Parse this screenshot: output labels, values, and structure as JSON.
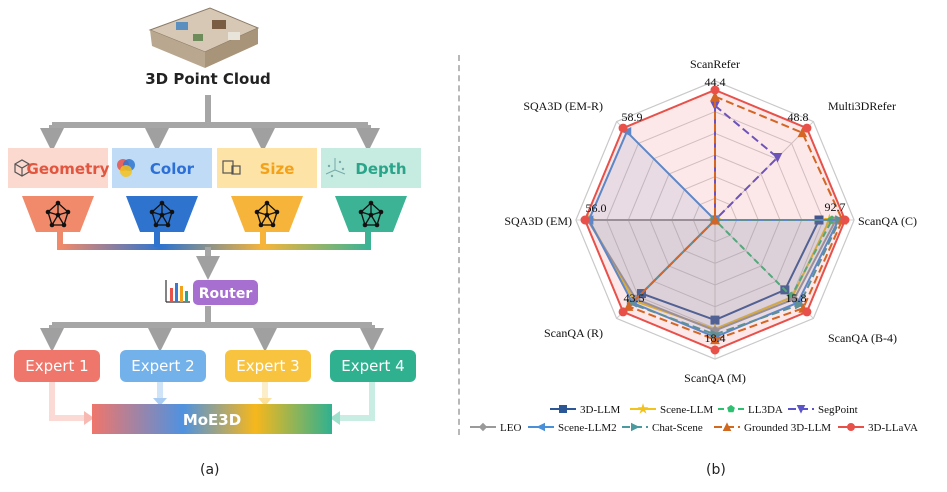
{
  "diagram": {
    "point_cloud_label": "3D Point Cloud",
    "features": [
      {
        "label": "Geometry",
        "color": "#e2553f",
        "bg": "#fbd9cf",
        "icon": "cube-icon",
        "enc": "#f08a6a"
      },
      {
        "label": "Color",
        "color": "#2c6fd6",
        "bg": "#bfdbf6",
        "icon": "color-wheel-icon",
        "enc": "#2e74cf"
      },
      {
        "label": "Size",
        "color": "#f4a11a",
        "bg": "#fde3a5",
        "icon": "boxes-icon",
        "enc": "#f6b53a"
      },
      {
        "label": "Depth",
        "color": "#2aa58a",
        "bg": "#c6ebe1",
        "icon": "axes-icon",
        "enc": "#3bb394"
      }
    ],
    "router_label": "Router",
    "router_color": "#a66fd0",
    "experts": [
      {
        "label": "Expert 1",
        "color": "#ef766b"
      },
      {
        "label": "Expert 2",
        "color": "#73b1ea"
      },
      {
        "label": "Expert 3",
        "color": "#f8c33f"
      },
      {
        "label": "Expert 4",
        "color": "#2fb190"
      }
    ],
    "output_label": "MoE3D",
    "panel_label": "(a)"
  },
  "chart_data": {
    "type": "radar",
    "panel_label": "(b)",
    "axes": [
      "ScanRefer",
      "Multi3DRefer",
      "ScanQA (C)",
      "ScanQA (B-4)",
      "ScanQA (M)",
      "ScanQA (R)",
      "SQA3D (EM)",
      "SQA3D (EM-R)"
    ],
    "axis_max_labels": [
      "44.4",
      "48.8",
      "92.7",
      "15.8",
      "18.4",
      "43.5",
      "56.0",
      "58.9"
    ],
    "grid_levels": 6,
    "series": [
      {
        "name": "3D-LLM",
        "color": "#2b5797",
        "marker": "square",
        "dash": "",
        "fill": false,
        "values": [
          0,
          0,
          0.8,
          0.76,
          0.77,
          0.8,
          0,
          0
        ]
      },
      {
        "name": "Scene-LLM",
        "color": "#f2c31b",
        "marker": "star",
        "dash": "",
        "fill": false,
        "values": [
          0,
          0,
          0.88,
          0.84,
          0.84,
          0.88,
          0.97,
          0
        ]
      },
      {
        "name": "LL3DA",
        "color": "#2fbf71",
        "marker": "pentagon",
        "dash": "6,4",
        "fill": false,
        "values": [
          0,
          0,
          0.9,
          0.83,
          0,
          0,
          0,
          0
        ]
      },
      {
        "name": "SegPoint",
        "color": "#5b54c9",
        "marker": "triangle-down",
        "dash": "8,4",
        "fill": false,
        "values": [
          0.88,
          0.68,
          0,
          0,
          0,
          0,
          0,
          0
        ]
      },
      {
        "name": "LEO",
        "color": "#9a9a9a",
        "marker": "diamond",
        "dash": "",
        "fill": true,
        "values": [
          0,
          0,
          0.93,
          0.86,
          0.85,
          0.86,
          0.98,
          0
        ]
      },
      {
        "name": "Scene-LLM2",
        "color": "#4a90d9",
        "marker": "triangle-left",
        "dash": "",
        "fill": true,
        "values": [
          0,
          0,
          0.95,
          0.9,
          0.9,
          0.9,
          0.97,
          0.96
        ]
      },
      {
        "name": "Chat-Scene",
        "color": "#4a9aa0",
        "marker": "triangle-right",
        "dash": "8,4",
        "fill": false,
        "values": [
          0,
          0,
          0.96,
          0.92,
          0.88,
          0.91,
          0,
          0
        ]
      },
      {
        "name": "Grounded 3D-LLM",
        "color": "#d2691e",
        "marker": "triangle-up",
        "dash": "8,4",
        "fill": false,
        "values": [
          0.95,
          0.95,
          0.98,
          0.96,
          0.92,
          0.94,
          0,
          0
        ]
      },
      {
        "name": "3D-LLaVA",
        "color": "#e8504a",
        "marker": "circle",
        "dash": "",
        "fill": true,
        "values": [
          1,
          1,
          1,
          1,
          1,
          1,
          1,
          1
        ]
      }
    ]
  }
}
